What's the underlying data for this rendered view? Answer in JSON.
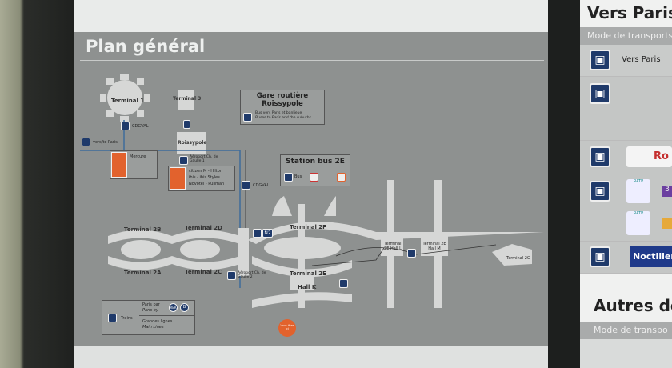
{
  "map": {
    "title": "Plan général",
    "terminals": {
      "t1": "Terminal 1",
      "t3": "Terminal 3",
      "t2a": "Terminal 2A",
      "t2b": "Terminal 2B",
      "t2c": "Terminal 2C",
      "t2d": "Terminal 2D",
      "t2e": "Terminal 2E",
      "t2f": "Terminal 2F",
      "t2e_hall_l": "Terminal 2E Hall L",
      "t2e_hall_m": "Terminal 2E Hall M",
      "t2g": "Terminal 2G",
      "hall_k": "Hall K"
    },
    "cdgval_1": "CDGVAL",
    "cdgval_2": "CDGVAL",
    "vers_paris": "vers/to Paris",
    "roissypole": "Roissypole",
    "gare_routiere": {
      "title_1": "Gare routière",
      "title_2": "Roissypole",
      "desc_fr": "Bus vers Paris et banlieue",
      "desc_en": "Buses to Paris and the suburbs"
    },
    "station_bus": {
      "title": "Station bus 2E",
      "bus": "Bus"
    },
    "hotels_1": "Mercure",
    "hotels_2": [
      "citizen M - Hilton",
      "ibis - ibis Styles",
      "Novotel - Pullman"
    ],
    "rer_station_1": "Aéroport Ch. de Gaulle 1",
    "rer_station_2": "Aéroport Ch. de Gaulle 2",
    "n2": "N2",
    "legend": {
      "trains": "Trains",
      "paris_par": "Paris par",
      "paris_by": "Paris by",
      "rer": "RER",
      "b": "B",
      "grandes_lignes": "Grandes lignes",
      "main_lines": "Main Lines"
    },
    "you_are_here": "Vous êtes ici"
  },
  "right_panel": {
    "title": "Vers Paris",
    "subheader": "Mode de transports",
    "row1_label": "Vers Paris",
    "roissybus": "Ro",
    "ratp": "RATP",
    "line_a": "3",
    "line_b": "3",
    "noctilien": "Noctilien",
    "title2": "Autres de",
    "subheader2": "Mode de transpo"
  }
}
